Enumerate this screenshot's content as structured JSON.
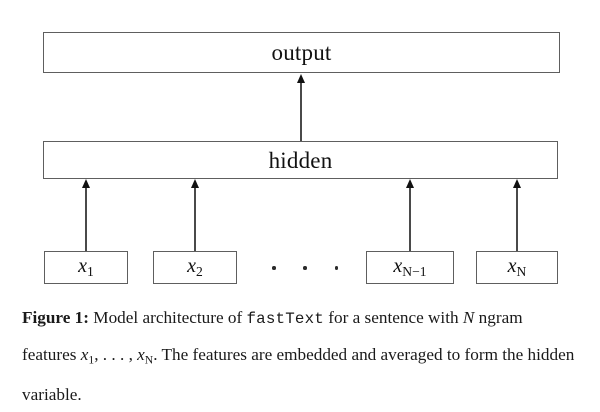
{
  "figure": {
    "diagram": {
      "type": "neural-network-architecture",
      "layers": [
        {
          "id": "output",
          "label": "output",
          "role": "output-layer"
        },
        {
          "id": "hidden",
          "label": "hidden",
          "role": "hidden-layer"
        }
      ],
      "input_nodes": [
        {
          "id": "x1",
          "base": "x",
          "subscript": "1"
        },
        {
          "id": "x2",
          "base": "x",
          "subscript": "2"
        },
        {
          "id": "xnm1",
          "base": "x",
          "subscript": "N−1"
        },
        {
          "id": "xn",
          "base": "x",
          "subscript": "N"
        }
      ],
      "ellipsis": "· · ·",
      "edges": [
        {
          "from": "x1",
          "to": "hidden",
          "direction": "up"
        },
        {
          "from": "x2",
          "to": "hidden",
          "direction": "up"
        },
        {
          "from": "xnm1",
          "to": "hidden",
          "direction": "up"
        },
        {
          "from": "xn",
          "to": "hidden",
          "direction": "up"
        },
        {
          "from": "hidden",
          "to": "output",
          "direction": "up"
        }
      ],
      "colors": {
        "background": "#ffffff",
        "box_border": "#5e5e5e",
        "box_fill": "#ffffff",
        "arrow": "#4a4a4a",
        "text": "#111111"
      }
    },
    "caption": {
      "label": "Figure 1:",
      "text_part_1": " Model architecture of ",
      "mono_term": "fastText",
      "text_part_2": " for a sentence with ",
      "var_n": "N",
      "text_part_3": " ngram features ",
      "math_list_x1": "x",
      "math_list_x1_sub": "1",
      "math_list_sep": ", . . . , ",
      "math_list_xn": "x",
      "math_list_xn_sub": "N",
      "text_part_4": ". The features are embedded and averaged to form the hidden variable."
    }
  }
}
